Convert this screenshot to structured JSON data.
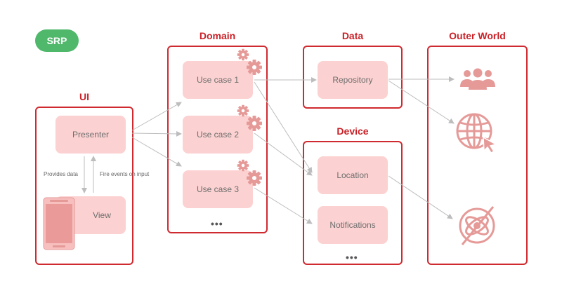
{
  "badge": {
    "label": "SRP",
    "color": "#4fb86b"
  },
  "titles": {
    "ui": "UI",
    "domain": "Domain",
    "data": "Data",
    "device": "Device",
    "outer_world": "Outer World"
  },
  "ui": {
    "presenter": "Presenter",
    "view": "View",
    "provides_data": "Provides data",
    "fire_events": "Fire events on input"
  },
  "domain": {
    "use_cases": [
      "Use case 1",
      "Use case 2",
      "Use case 3"
    ],
    "more": "•••"
  },
  "data": {
    "repository": "Repository"
  },
  "device": {
    "location": "Location",
    "notifications": "Notifications",
    "more": "•••"
  },
  "outer_world": {
    "icons": [
      "people-icon",
      "globe-cursor-icon",
      "orbit-disabled-icon"
    ]
  },
  "colors": {
    "accent": "#c92027",
    "border": "#cf2a2f",
    "node_fill": "#fcd1d1",
    "icon": "#e59a98",
    "arrow": "#bdbdbd"
  }
}
